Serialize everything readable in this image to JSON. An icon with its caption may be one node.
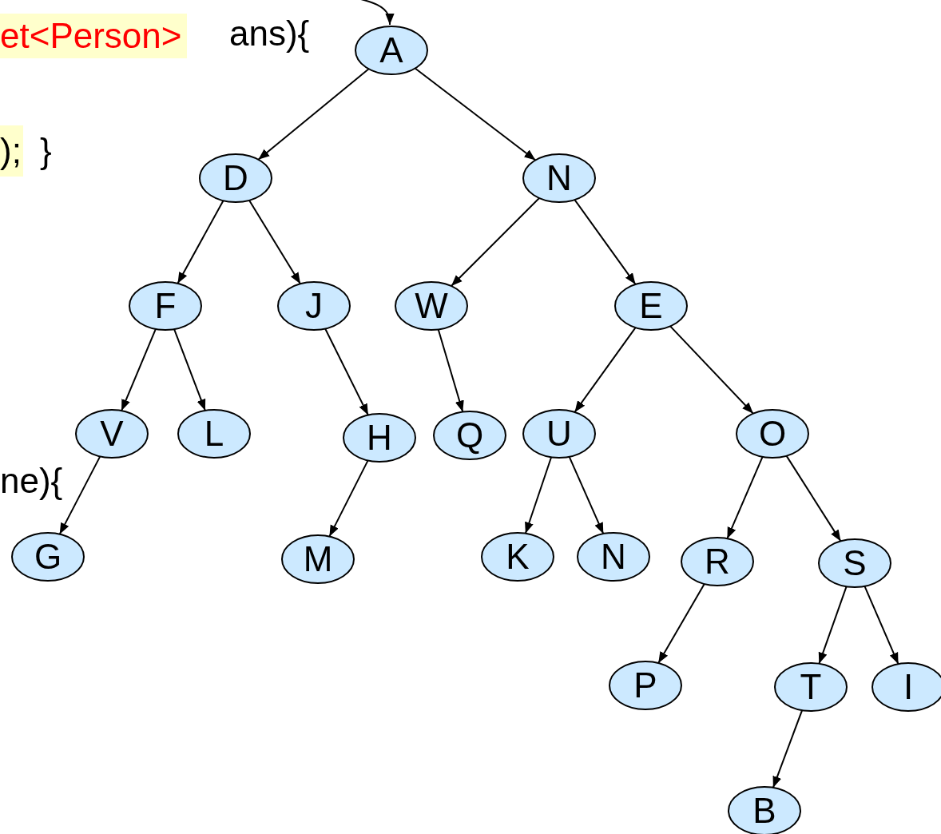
{
  "diagram": {
    "nodes": [
      {
        "text": [
          "A"
        ]
      },
      {
        "text": [
          "D"
        ]
      },
      {
        "text": [
          "N"
        ]
      },
      {
        "text": [
          "F"
        ]
      },
      {
        "text": [
          "J"
        ]
      },
      {
        "text": [
          "W"
        ]
      },
      {
        "text": [
          "E"
        ]
      },
      {
        "text": [
          "V"
        ]
      },
      {
        "text": [
          "L"
        ]
      },
      {
        "text": [
          "H"
        ]
      },
      {
        "text": [
          "Q"
        ]
      },
      {
        "text": [
          "U"
        ]
      },
      {
        "text": [
          "O"
        ]
      },
      {
        "text": [
          "G"
        ]
      },
      {
        "text": [
          "M"
        ]
      },
      {
        "text": [
          "K"
        ]
      },
      {
        "text": [
          "N"
        ]
      },
      {
        "text": [
          "R"
        ]
      },
      {
        "text": [
          "S"
        ]
      },
      {
        "text": [
          "P"
        ]
      },
      {
        "text": [
          "T"
        ]
      },
      {
        "text": [
          "I"
        ]
      },
      {
        "text": [
          "B"
        ]
      }
    ],
    "edges": [
      {
        "from": null,
        "to": 0,
        "arrow": "to"
      },
      {
        "from": 0,
        "to": 1,
        "arrow": "to"
      },
      {
        "from": 0,
        "to": 2,
        "arrow": "to"
      },
      {
        "from": 1,
        "to": 3,
        "arrow": "to"
      },
      {
        "from": 1,
        "to": 4,
        "arrow": "to"
      },
      {
        "from": 2,
        "to": 5,
        "arrow": "to"
      },
      {
        "from": 2,
        "to": 6,
        "arrow": "to"
      },
      {
        "from": 3,
        "to": 7,
        "arrow": "to"
      },
      {
        "from": 3,
        "to": 8,
        "arrow": "to"
      },
      {
        "from": 4,
        "to": 9,
        "arrow": "to"
      },
      {
        "from": 5,
        "to": 10,
        "arrow": "to"
      },
      {
        "from": 6,
        "to": 11,
        "arrow": "to"
      },
      {
        "from": 6,
        "to": 12,
        "arrow": "to"
      },
      {
        "from": 7,
        "to": 13,
        "arrow": "to"
      },
      {
        "from": 9,
        "to": 14,
        "arrow": "to"
      },
      {
        "from": 11,
        "to": 15,
        "arrow": "to"
      },
      {
        "from": 11,
        "to": 16,
        "arrow": "to"
      },
      {
        "from": 12,
        "to": 17,
        "arrow": "to"
      },
      {
        "from": 12,
        "to": 18,
        "arrow": "to"
      },
      {
        "from": 17,
        "to": 19,
        "arrow": "to"
      },
      {
        "from": 18,
        "to": 20,
        "arrow": "to"
      },
      {
        "from": 18,
        "to": 21,
        "arrow": "to"
      },
      {
        "from": 20,
        "to": 22,
        "arrow": "to"
      }
    ],
    "labels": [
      "et<Person>",
      "ans){",
      ");",
      "}",
      "ne){"
    ]
  }
}
